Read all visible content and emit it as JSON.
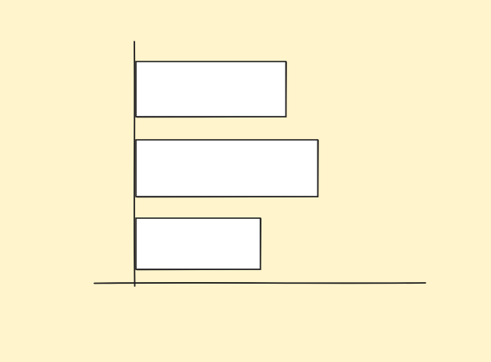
{
  "colors": {
    "background": "#fff4cc",
    "bar_fill": "#ffffff",
    "stroke": "#1f1f1f"
  },
  "chart_data": {
    "type": "bar",
    "orientation": "horizontal",
    "categories": [
      "",
      "",
      ""
    ],
    "values": [
      190,
      230,
      158
    ],
    "xlim": [
      0,
      365
    ],
    "grid": false
  }
}
